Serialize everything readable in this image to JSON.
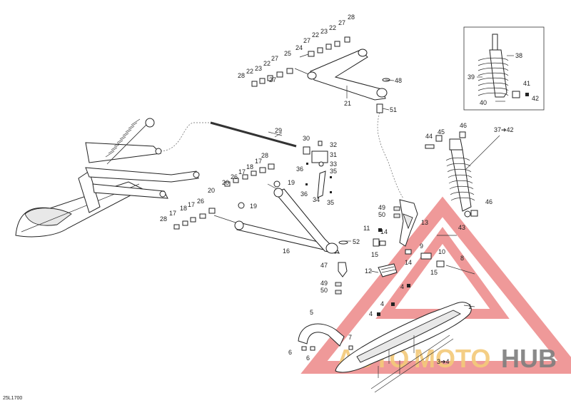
{
  "diagram": {
    "code": "25L1700",
    "watermark": {
      "part1": "AUTO",
      "part2": "MOTO",
      "part3": "HUB"
    },
    "callouts": [
      {
        "id": "c28a",
        "text": "28"
      },
      {
        "id": "c27a",
        "text": "27"
      },
      {
        "id": "c22a",
        "text": "22"
      },
      {
        "id": "c23a",
        "text": "23"
      },
      {
        "id": "c22b",
        "text": "22"
      },
      {
        "id": "c27b",
        "text": "27"
      },
      {
        "id": "c24",
        "text": "24"
      },
      {
        "id": "c25",
        "text": "25"
      },
      {
        "id": "c27c",
        "text": "27"
      },
      {
        "id": "c22c",
        "text": "22"
      },
      {
        "id": "c23b",
        "text": "23"
      },
      {
        "id": "c28b",
        "text": "28"
      },
      {
        "id": "c22d",
        "text": "22"
      },
      {
        "id": "c27d",
        "text": "27"
      },
      {
        "id": "c48",
        "text": "48"
      },
      {
        "id": "c21",
        "text": "21"
      },
      {
        "id": "c51",
        "text": "51"
      },
      {
        "id": "c29",
        "text": "29"
      },
      {
        "id": "c30",
        "text": "30"
      },
      {
        "id": "c32",
        "text": "32"
      },
      {
        "id": "c31",
        "text": "31"
      },
      {
        "id": "c33",
        "text": "33"
      },
      {
        "id": "c36a",
        "text": "36"
      },
      {
        "id": "c35a",
        "text": "35"
      },
      {
        "id": "c36b",
        "text": "36"
      },
      {
        "id": "c34",
        "text": "34"
      },
      {
        "id": "c35b",
        "text": "35"
      },
      {
        "id": "c28c",
        "text": "28"
      },
      {
        "id": "c17a",
        "text": "17"
      },
      {
        "id": "c18a",
        "text": "18"
      },
      {
        "id": "c26a",
        "text": "26"
      },
      {
        "id": "c17b",
        "text": "17"
      },
      {
        "id": "c20a",
        "text": "20"
      },
      {
        "id": "c19a",
        "text": "19"
      },
      {
        "id": "c20b",
        "text": "20"
      },
      {
        "id": "c26b",
        "text": "26"
      },
      {
        "id": "c17c",
        "text": "17"
      },
      {
        "id": "c18b",
        "text": "18"
      },
      {
        "id": "c17d",
        "text": "17"
      },
      {
        "id": "c28d",
        "text": "28"
      },
      {
        "id": "c19b",
        "text": "19"
      },
      {
        "id": "c52",
        "text": "52"
      },
      {
        "id": "c16",
        "text": "16"
      },
      {
        "id": "c47",
        "text": "47"
      },
      {
        "id": "c49a",
        "text": "49"
      },
      {
        "id": "c50a",
        "text": "50"
      },
      {
        "id": "c49b",
        "text": "49"
      },
      {
        "id": "c50b",
        "text": "50"
      },
      {
        "id": "c13",
        "text": "13"
      },
      {
        "id": "c11",
        "text": "11"
      },
      {
        "id": "c14a",
        "text": "14"
      },
      {
        "id": "c15a",
        "text": "15"
      },
      {
        "id": "c9",
        "text": "9"
      },
      {
        "id": "c10",
        "text": "10"
      },
      {
        "id": "c8",
        "text": "8"
      },
      {
        "id": "c14b",
        "text": "14"
      },
      {
        "id": "c15b",
        "text": "15"
      },
      {
        "id": "c43",
        "text": "43"
      },
      {
        "id": "c12",
        "text": "12"
      },
      {
        "id": "c4a",
        "text": "4"
      },
      {
        "id": "c4b",
        "text": "4"
      },
      {
        "id": "c4c",
        "text": "4"
      },
      {
        "id": "c1",
        "text": "1"
      },
      {
        "id": "c5",
        "text": "5"
      },
      {
        "id": "c7",
        "text": "7"
      },
      {
        "id": "c6a",
        "text": "6"
      },
      {
        "id": "c6b",
        "text": "6"
      },
      {
        "id": "c3",
        "text": "3➔4"
      },
      {
        "id": "c38",
        "text": "38"
      },
      {
        "id": "c39",
        "text": "39"
      },
      {
        "id": "c41",
        "text": "41"
      },
      {
        "id": "c42a",
        "text": "42"
      },
      {
        "id": "c40",
        "text": "40"
      },
      {
        "id": "c37",
        "text": "37➔42"
      },
      {
        "id": "c44",
        "text": "44"
      },
      {
        "id": "c45",
        "text": "45"
      },
      {
        "id": "c46a",
        "text": "46"
      },
      {
        "id": "c46b",
        "text": "46"
      }
    ]
  }
}
